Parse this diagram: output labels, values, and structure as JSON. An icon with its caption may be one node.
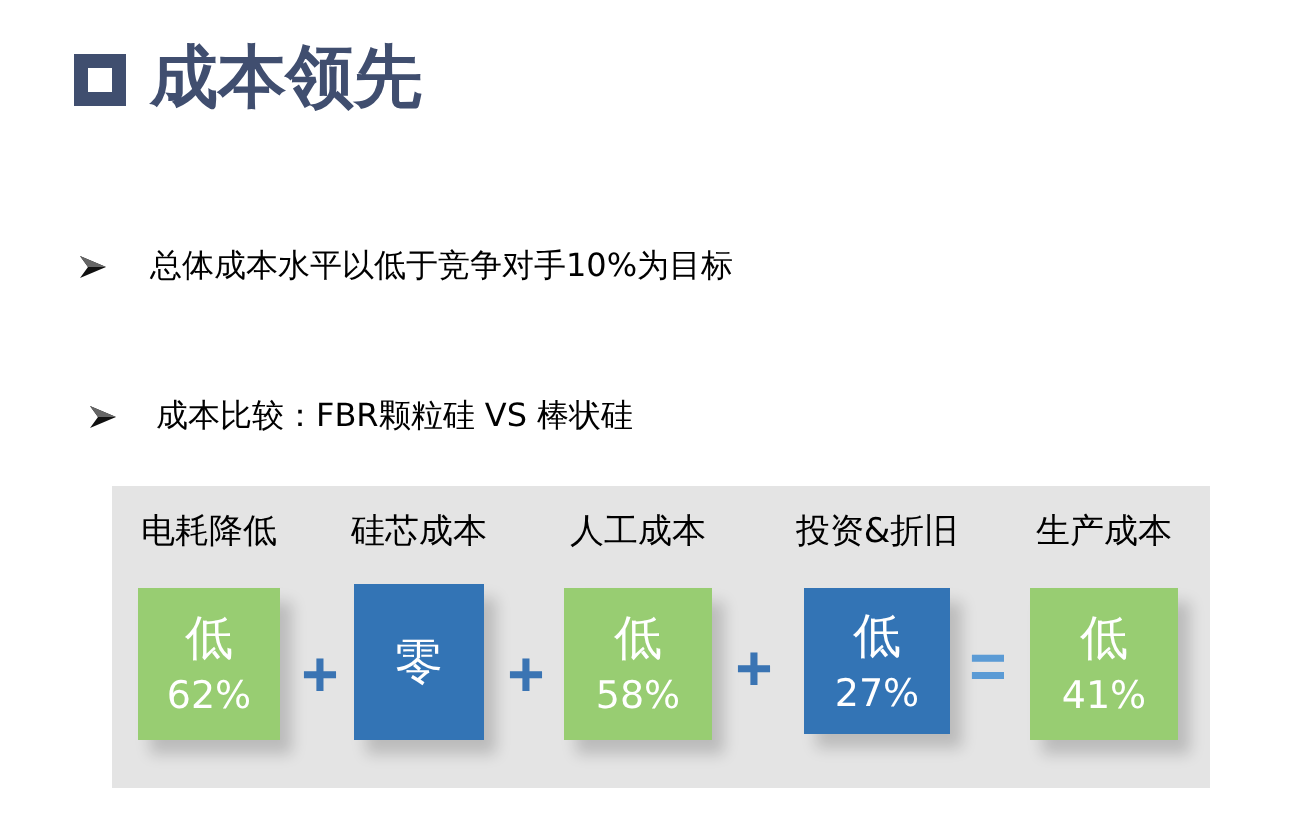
{
  "diagram": {
    "title": "成本领先",
    "nodes": [
      {
        "text": [],
        "shape": "box"
      },
      {
        "text": [
          "电耗降低",
          "低",
          "62%"
        ],
        "in": 0
      },
      {
        "text": [
          "硅芯成本",
          "零"
        ],
        "in": 0
      },
      {
        "text": [
          "人工成本",
          "低",
          "58%"
        ],
        "in": 0
      },
      {
        "text": [
          "投资&折旧",
          "低",
          "27%"
        ],
        "in": 0
      },
      {
        "text": [
          "生产成本",
          "低",
          "41%"
        ],
        "in": 0
      }
    ],
    "labels": [
      "总体成本水平以低于竞争对手10%为目标",
      "成本比较：FBR颗粒硅 VS 棒状硅",
      "+",
      "+",
      "+",
      "="
    ]
  }
}
